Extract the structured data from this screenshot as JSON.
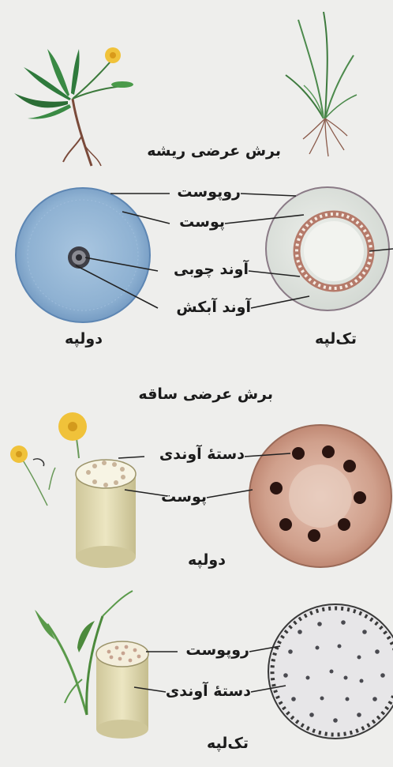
{
  "headings": {
    "root_section": "برش عرضی ریشه",
    "stem_section": "برش عرضی ساقه"
  },
  "root_labels": {
    "epidermis": "روپوست",
    "cortex": "پوست",
    "xylem": "آوند چوبی",
    "phloem": "آوند آبکش"
  },
  "root_captions": {
    "dicot": "دولپه",
    "monocot": "تک‌لپه"
  },
  "stem_dicot": {
    "bundle": "دستهٔ آوندی",
    "cortex": "پوست",
    "caption": "دولپه"
  },
  "stem_monocot": {
    "epidermis": "روپوست",
    "bundle": "دستهٔ آوندی",
    "caption": "تک‌لپه"
  },
  "colors": {
    "background": "#eeeeec",
    "dicot_root": "#8fb3d4",
    "monocot_root": "#dfe3df",
    "ring": "#b57a6a",
    "dicot_stem": "#cc9a86",
    "bundle": "#2a1410",
    "cylinder": "#e4ddb3",
    "flower": "#f0c23a",
    "leaf": "#2f7a3c"
  }
}
